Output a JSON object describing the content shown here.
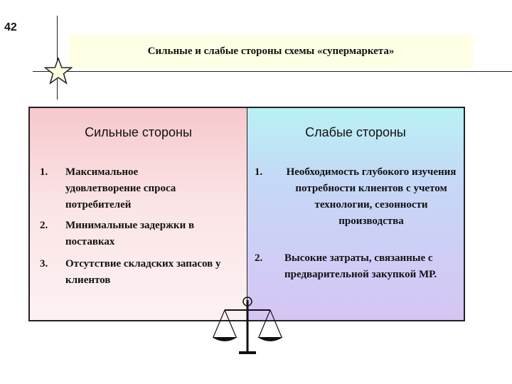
{
  "slide": {
    "number": "42"
  },
  "title": "Сильные и слабые стороны схемы «супермаркета»",
  "strengths": {
    "header": "Сильные стороны",
    "items": [
      {
        "num": "1.",
        "text": "Максимальное удовлетворение спроса потребителей"
      },
      {
        "num": "2.",
        "text": "Минимальные задержки в поставках"
      },
      {
        "num": "3.",
        "text": "Отсутствие складских запасов у клиентов"
      }
    ]
  },
  "weaknesses": {
    "header": "Слабые стороны",
    "items": [
      {
        "num": "1.",
        "text": "Необходимость глубокого изучения потребности клиентов с учетом технологии, сезонности производства"
      },
      {
        "num": "2.",
        "text": "Высокие затраты, связанные с предварительной закупкой МР."
      }
    ]
  },
  "icons": {
    "star": "star-icon",
    "scales": "scales-icon"
  },
  "colors": {
    "title_bg": "#ffffe6",
    "strengths_bg": "#f6c8cc",
    "weaknesses_bg": "#c5d8f7"
  }
}
